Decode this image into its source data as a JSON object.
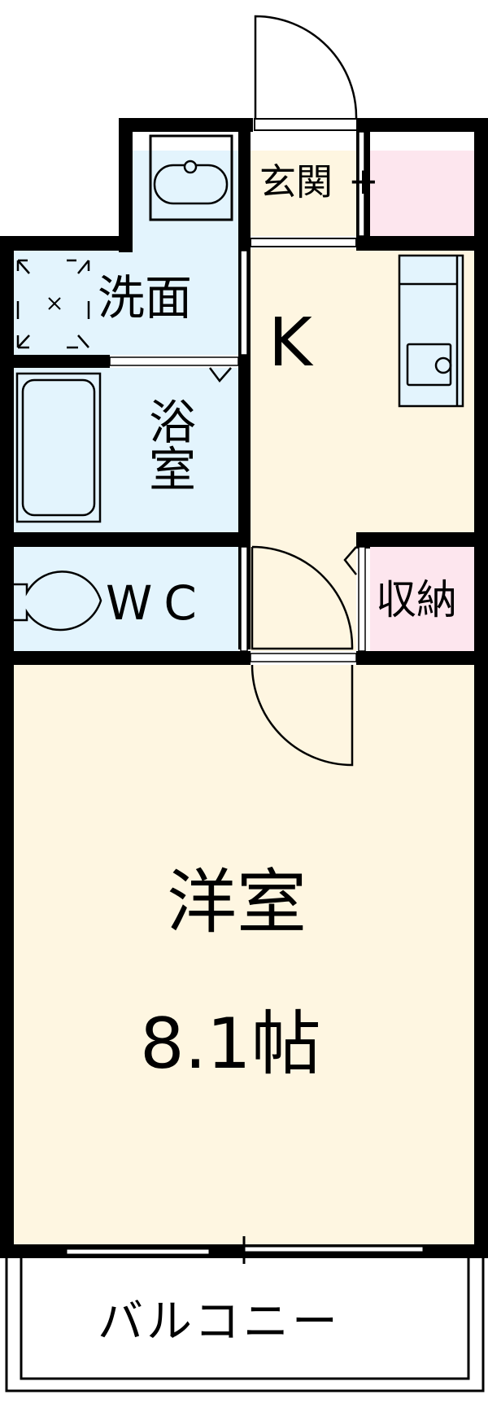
{
  "floorplan": {
    "colors": {
      "wall": "#000000",
      "wet_area": "#e3f4fd",
      "living_area": "#fef6e1",
      "storage": "#fde6ee",
      "background": "#ffffff"
    },
    "rooms": {
      "entrance": {
        "label": "玄関"
      },
      "washroom": {
        "label": "洗面"
      },
      "bathroom": {
        "label": "浴室"
      },
      "kitchen": {
        "label": "K"
      },
      "toilet": {
        "label": "WC"
      },
      "storage": {
        "label": "収納"
      },
      "western_room": {
        "label": "洋室",
        "size": "8.1帖"
      },
      "balcony": {
        "label": "バルコニー"
      }
    }
  }
}
